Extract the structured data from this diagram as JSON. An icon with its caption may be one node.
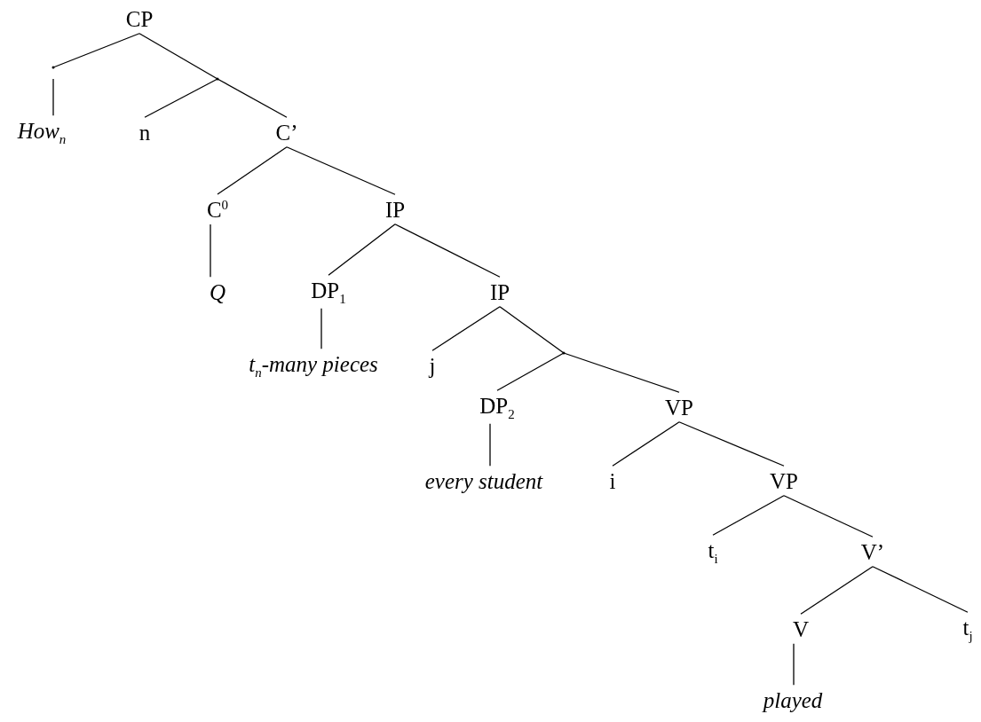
{
  "diagram": {
    "nodes": [
      {
        "text": [
          "CP"
        ]
      },
      {
        "text": [],
        "shape": "point"
      },
      {
        "text": [],
        "shape": "point"
      },
      {
        "text": [
          "How$_{n}$"
        ]
      },
      {
        "text": [
          "n"
        ]
      },
      {
        "text": [
          "C’"
        ]
      },
      {
        "text": [
          "C$^{0}$"
        ]
      },
      {
        "text": [
          "IP"
        ]
      },
      {
        "text": [
          "Q"
        ]
      },
      {
        "text": [
          "DP$_{1}$"
        ]
      },
      {
        "text": [
          "IP"
        ]
      },
      {
        "text": [
          "t$_{n}$-many pieces"
        ]
      },
      {
        "text": [
          "j"
        ]
      },
      {
        "text": [],
        "shape": "point"
      },
      {
        "text": [
          "DP$_{2}$"
        ]
      },
      {
        "text": [
          "VP"
        ]
      },
      {
        "text": [
          "every student"
        ]
      },
      {
        "text": [
          "i"
        ]
      },
      {
        "text": [
          "VP"
        ]
      },
      {
        "text": [
          "t$_{i}$"
        ]
      },
      {
        "text": [
          "V’"
        ]
      },
      {
        "text": [
          "V"
        ]
      },
      {
        "text": [
          "t$_{j}$"
        ]
      },
      {
        "text": [
          "played"
        ]
      }
    ],
    "edges": [
      {
        "from": 0,
        "to": 1,
        "arrow": "none"
      },
      {
        "from": 0,
        "to": 2,
        "arrow": "none"
      },
      {
        "from": 1,
        "to": 3,
        "arrow": "none"
      },
      {
        "from": 2,
        "to": 4,
        "arrow": "none"
      },
      {
        "from": 2,
        "to": 5,
        "arrow": "none"
      },
      {
        "from": 5,
        "to": 6,
        "arrow": "none"
      },
      {
        "from": 5,
        "to": 7,
        "arrow": "none"
      },
      {
        "from": 6,
        "to": 8,
        "arrow": "none"
      },
      {
        "from": 7,
        "to": 9,
        "arrow": "none"
      },
      {
        "from": 7,
        "to": 10,
        "arrow": "none"
      },
      {
        "from": 9,
        "to": 11,
        "arrow": "none"
      },
      {
        "from": 10,
        "to": 12,
        "arrow": "none"
      },
      {
        "from": 10,
        "to": 13,
        "arrow": "none"
      },
      {
        "from": 13,
        "to": 14,
        "arrow": "none"
      },
      {
        "from": 13,
        "to": 15,
        "arrow": "none"
      },
      {
        "from": 14,
        "to": 16,
        "arrow": "none"
      },
      {
        "from": 15,
        "to": 17,
        "arrow": "none"
      },
      {
        "from": 15,
        "to": 18,
        "arrow": "none"
      },
      {
        "from": 18,
        "to": 19,
        "arrow": "none"
      },
      {
        "from": 18,
        "to": 20,
        "arrow": "none"
      },
      {
        "from": 20,
        "to": 21,
        "arrow": "none"
      },
      {
        "from": 20,
        "to": 22,
        "arrow": "none"
      },
      {
        "from": 21,
        "to": 23,
        "arrow": "none"
      }
    ]
  }
}
